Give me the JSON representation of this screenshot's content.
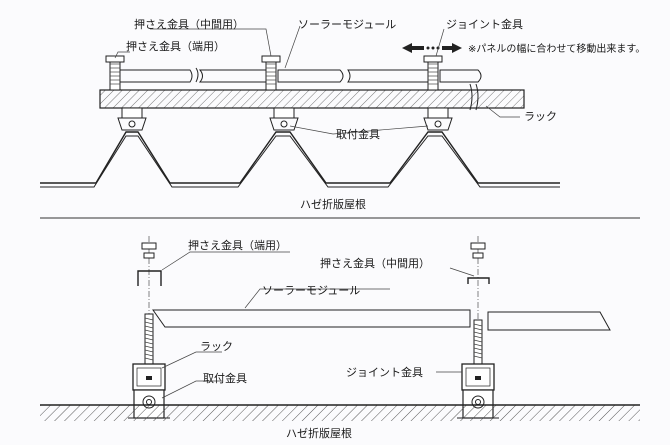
{
  "top": {
    "label_clamp_end": "押さえ金具（端用）",
    "label_clamp_mid": "押さえ金具（中間用）",
    "label_module": "ソーラーモジュール",
    "label_joint": "ジョイント金具",
    "label_note": "※パネルの幅に合わせて移動出来ます。",
    "label_rack": "ラック",
    "label_mount": "取付金具",
    "caption": "ハゼ折版屋根"
  },
  "bottom": {
    "label_clamp_end": "押さえ金具（端用）",
    "label_clamp_mid": "押さえ金具（中間用）",
    "label_module": "ソーラーモジュール",
    "label_rack": "ラック",
    "label_mount": "取付金具",
    "label_joint": "ジョイント金具",
    "caption": "ハゼ折版屋根"
  },
  "colors": {
    "line": "#222222",
    "hatch": "#555555",
    "background": "#fbfbfd"
  }
}
